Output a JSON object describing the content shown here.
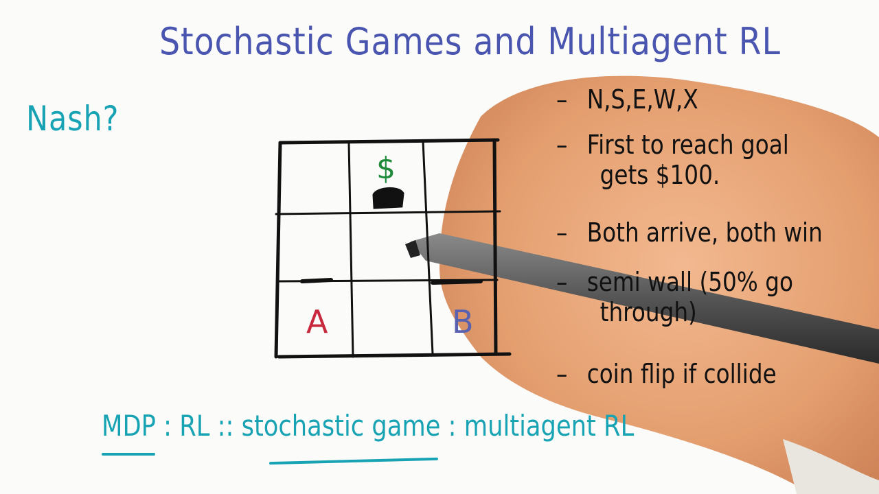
{
  "title": "Stochastic Games and Multiagent RL",
  "nash_question": "Nash?",
  "grid": {
    "goal_symbol": "$",
    "player_a": "A",
    "player_b": "B"
  },
  "rules": [
    {
      "text": "N,S,E,W,X",
      "cont": ""
    },
    {
      "text": "First to reach goal",
      "cont": "gets $100."
    },
    {
      "text": "Both arrive, both win",
      "cont": ""
    },
    {
      "text": "semi wall (50% go",
      "cont": "through)"
    },
    {
      "text": "coin flip if collide",
      "cont": ""
    }
  ],
  "analogy": {
    "part1": "MDP : RL :: stochastic game : multiagent RL"
  },
  "colors": {
    "title": "#4a55b0",
    "teal": "#17a3b3",
    "goal": "#1f8a3a",
    "player_a": "#c8283c",
    "player_b": "#5a62b0",
    "ink": "#111111",
    "skin": "#e8a578"
  }
}
